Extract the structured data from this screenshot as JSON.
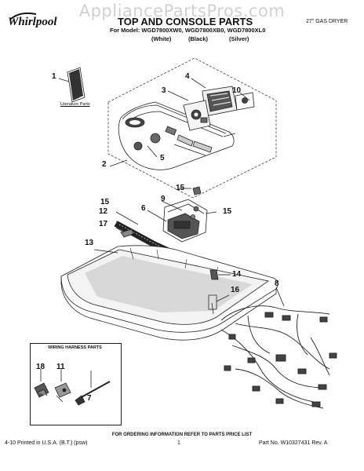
{
  "watermark": "AppliancePartsPros.com",
  "brand": "Whirlpool",
  "header": {
    "title": "TOP AND CONSOLE PARTS",
    "doc_type": "27\" GAS DRYER",
    "model_line": "For Model: WGD7800XW0, WGD7800XB0, WGD7800XL0",
    "variants": [
      "(White)",
      "(Black)",
      "(Silver)"
    ]
  },
  "literature_label": "Literature Parts",
  "harness_box_title": "WIRING HARNESS PARTS",
  "callouts": {
    "c1": "1",
    "c2": "2",
    "c3": "3",
    "c4": "4",
    "c5": "5",
    "c6": "6",
    "c7": "7",
    "c8": "8",
    "c9": "9",
    "c10": "10",
    "c11": "11",
    "c12": "12",
    "c13": "13",
    "c14": "14",
    "c15a": "15",
    "c15b": "15",
    "c15c": "15",
    "c16": "16",
    "c17": "17",
    "c18": "18"
  },
  "footer": {
    "info": "FOR ORDERING INFORMATION REFER TO PARTS PRICE LIST",
    "printed": "4-10 Printed in U.S.A. (B.T.) (psw)",
    "page": "1",
    "part_no": "Part No. W10327431 Rev. A"
  }
}
